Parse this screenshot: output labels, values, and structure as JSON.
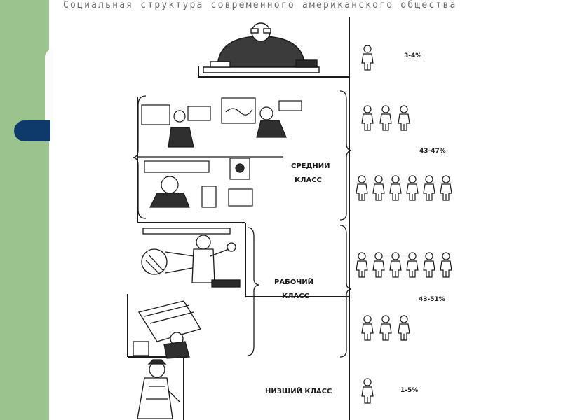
{
  "slide": {
    "title": "Социальная структура современного американского общества",
    "colors": {
      "side_band": "#9bc38e",
      "side_tab": "#0e3a6b",
      "title_text": "#6b6b6b",
      "ink": "#1a1a1a"
    }
  },
  "figure": {
    "classes": [
      {
        "key": "upper",
        "label_lines": [],
        "percent": "3-4%",
        "icon_rows": [
          1
        ]
      },
      {
        "key": "middle",
        "label_lines": [
          "СРЕДНИЙ",
          "КЛАСС"
        ],
        "percent": "43-47%",
        "icon_rows": [
          3,
          6
        ]
      },
      {
        "key": "working",
        "label_lines": [
          "РАБОЧИЙ",
          "КЛАСС"
        ],
        "percent": "43-51%",
        "icon_rows": [
          6,
          3
        ]
      },
      {
        "key": "lower",
        "label_lines": [
          "НИЗШИЙ КЛАСС"
        ],
        "percent": "1-5%",
        "icon_rows": [
          1
        ]
      }
    ]
  }
}
